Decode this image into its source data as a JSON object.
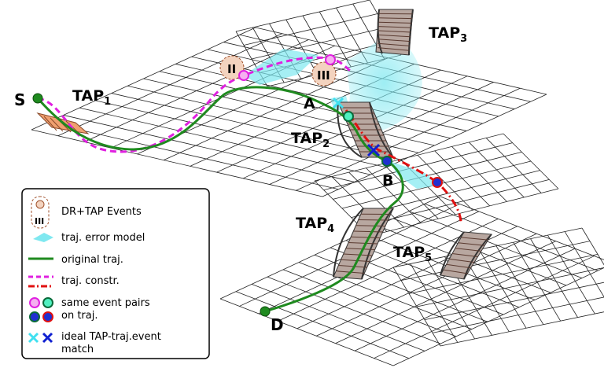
{
  "labels": {
    "start": "S",
    "destination": "D",
    "point_a": "A",
    "point_b": "B",
    "tap1": {
      "main": "TAP",
      "sub": "1"
    },
    "tap2": {
      "main": "TAP",
      "sub": "2"
    },
    "tap3": {
      "main": "TAP",
      "sub": "3"
    },
    "tap4": {
      "main": "TAP",
      "sub": "4"
    },
    "tap5": {
      "main": "TAP",
      "sub": "5"
    },
    "event_ii": "II",
    "event_iii": "III"
  },
  "legend": {
    "items": [
      {
        "label": "DR+TAP Events",
        "icon": "event-icon"
      },
      {
        "label": "traj. error model",
        "icon": "error-model-icon"
      },
      {
        "label": "original traj.",
        "icon": "solid-line-icon"
      },
      {
        "label": "traj. constr.",
        "icon": "dashed-line-icon"
      },
      {
        "label": "same event pairs",
        "label2": "on traj.",
        "icon": "event-pair-icon"
      },
      {
        "label": "ideal TAP-traj.event",
        "label2": "match",
        "icon": "x-mark-icon"
      }
    ]
  },
  "colors": {
    "original": "#1f8a1f",
    "constructed": "#e020e0",
    "constructed_alt": "#e01010",
    "error_model": "#7fe8f0",
    "grid": "#222222",
    "stair": "#b8a7a0",
    "stair_orange": "#f0a070",
    "event_bg": "#f3d3bf"
  }
}
